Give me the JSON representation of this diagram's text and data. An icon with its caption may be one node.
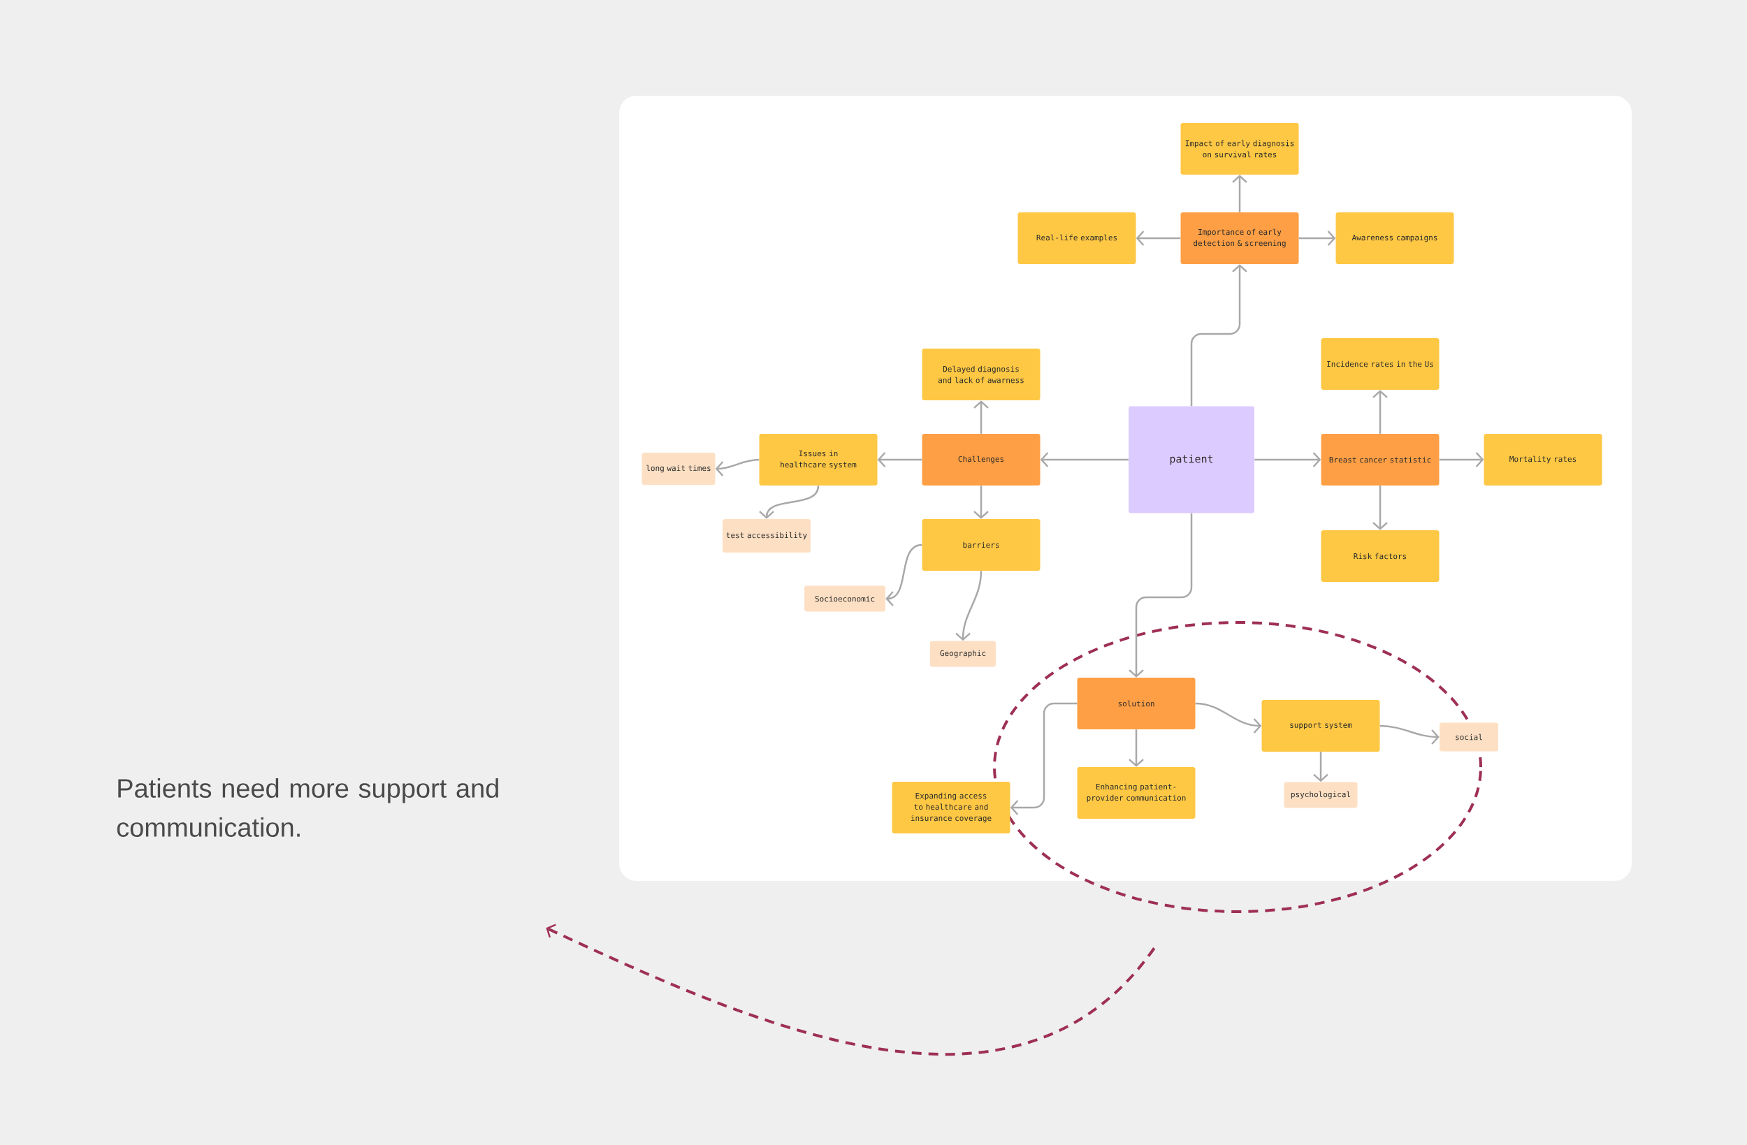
{
  "diagram": {
    "nodes": [
      {
        "text": [
          "patient"
        ]
      },
      {
        "text": [
          "Importance of early detection & screening"
        ]
      },
      {
        "text": [
          "Impact of early diagnosis on survival rates"
        ]
      },
      {
        "text": [
          "Real-life examples"
        ]
      },
      {
        "text": [
          "Awareness campaigns"
        ]
      },
      {
        "text": [
          "Challenges"
        ]
      },
      {
        "text": [
          "Delayed diagnosis and lack of awarness"
        ]
      },
      {
        "text": [
          "Issues in healthcare system"
        ]
      },
      {
        "text": [
          "long wait times"
        ]
      },
      {
        "text": [
          "test accessibility"
        ]
      },
      {
        "text": [
          "barriers"
        ]
      },
      {
        "text": [
          "Socioeconomic"
        ]
      },
      {
        "text": [
          "Geographic"
        ]
      },
      {
        "text": [
          "Breast cancer statistic"
        ]
      },
      {
        "text": [
          "Incidence rates in the Us"
        ]
      },
      {
        "text": [
          "Mortality rates"
        ]
      },
      {
        "text": [
          "Risk factors"
        ]
      },
      {
        "text": [],
        "shape": "ellipse"
      },
      {
        "text": [
          "solution"
        ],
        "in": 17
      },
      {
        "text": [
          "Enhancing patient-provider communication"
        ],
        "in": 17
      },
      {
        "text": [
          "Expanding access to healthcare and insurance coverage"
        ]
      },
      {
        "text": [
          "support system"
        ],
        "in": 17
      },
      {
        "text": [
          "psychological"
        ],
        "in": 17
      },
      {
        "text": [
          "social"
        ]
      },
      {
        "text": [
          "Patients need more support and communication."
        ]
      }
    ],
    "edges": [
      {
        "from": 0,
        "to": 1,
        "arrow": "to"
      },
      {
        "from": 1,
        "to": 2,
        "arrow": "to"
      },
      {
        "from": 1,
        "to": 3,
        "arrow": "to"
      },
      {
        "from": 1,
        "to": 4,
        "arrow": "to"
      },
      {
        "from": 0,
        "to": 5,
        "arrow": "to"
      },
      {
        "from": 5,
        "to": 6,
        "arrow": "to"
      },
      {
        "from": 5,
        "to": 7,
        "arrow": "to"
      },
      {
        "from": 5,
        "to": 10,
        "arrow": "to"
      },
      {
        "from": 7,
        "to": 8,
        "arrow": "to"
      },
      {
        "from": 7,
        "to": 9,
        "arrow": "to"
      },
      {
        "from": 10,
        "to": 11,
        "arrow": "to"
      },
      {
        "from": 10,
        "to": 12,
        "arrow": "to"
      },
      {
        "from": 0,
        "to": 13,
        "arrow": "to"
      },
      {
        "from": 13,
        "to": 14,
        "arrow": "to"
      },
      {
        "from": 13,
        "to": 15,
        "arrow": "to"
      },
      {
        "from": 13,
        "to": 16,
        "arrow": "to"
      },
      {
        "from": 0,
        "to": 18,
        "arrow": "to"
      },
      {
        "from": 18,
        "to": 19,
        "arrow": "to"
      },
      {
        "from": 18,
        "to": 20,
        "arrow": "to"
      },
      {
        "from": 18,
        "to": 21,
        "arrow": "to"
      },
      {
        "from": 21,
        "to": 23,
        "arrow": "to"
      },
      {
        "from": 21,
        "to": 22,
        "arrow": "to"
      },
      {
        "from": 17,
        "to": 24,
        "arrow": "to",
        "style": "dashed",
        "color": "#9e2f55"
      }
    ]
  }
}
